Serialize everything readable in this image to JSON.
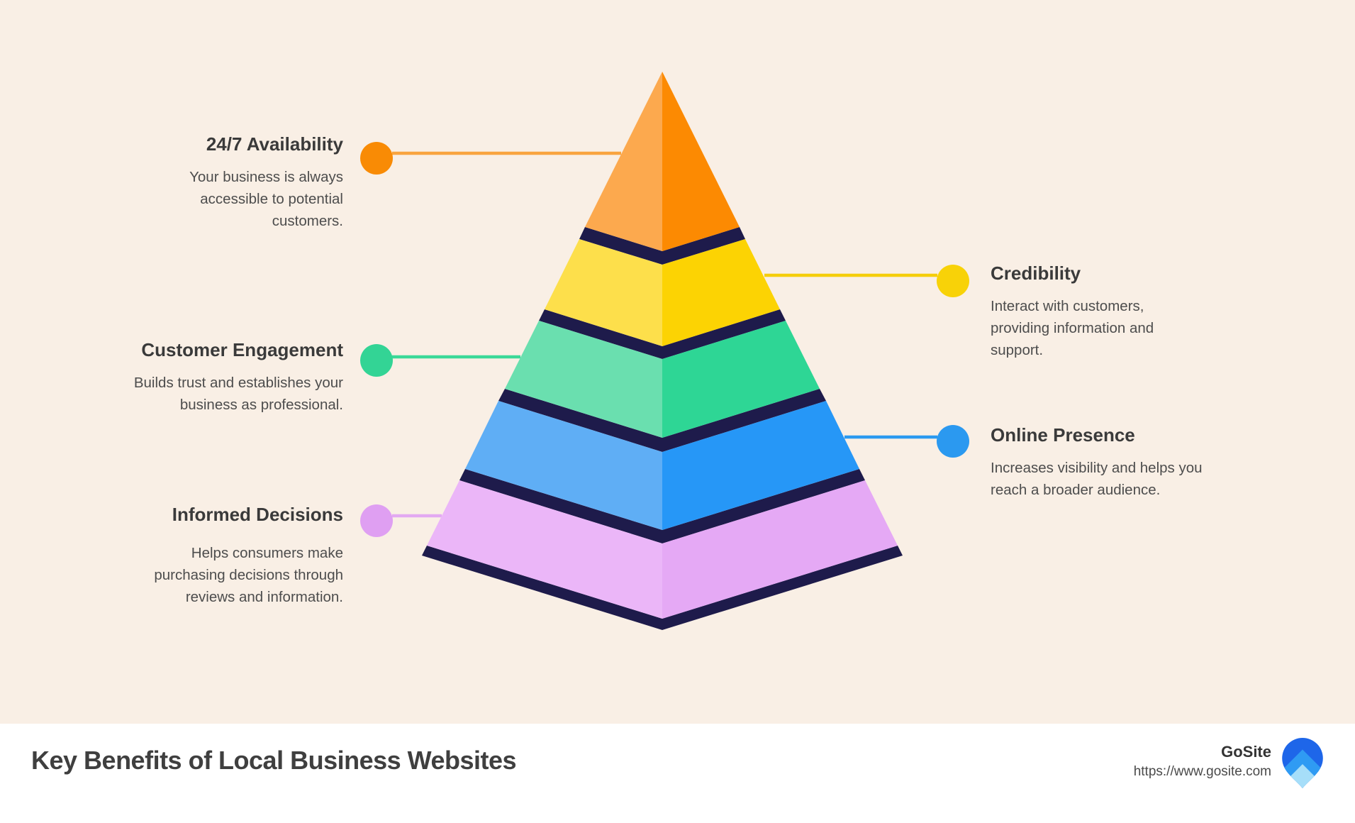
{
  "background": {
    "canvas_color": "#F9EFE5",
    "footer_color": "#FFFFFF"
  },
  "pyramid": {
    "outline_color": "#1E1B4B",
    "levels": [
      {
        "label": "24/7 Availability",
        "color_light": "#FCA94E",
        "color_dark": "#FC8A02"
      },
      {
        "label": "Credibility",
        "color_light": "#FDDF4B",
        "color_dark": "#FCD303"
      },
      {
        "label": "Customer Engagement",
        "color_light": "#6ADFAF",
        "color_dark": "#2ED695"
      },
      {
        "label": "Online Presence",
        "color_light": "#5FAEF5",
        "color_dark": "#2697F7"
      },
      {
        "label": "Informed Decisions",
        "color_light": "#EBB6F8",
        "color_dark": "#E5A9F5"
      }
    ]
  },
  "callouts": [
    {
      "side": "left",
      "title": "24/7 Availability",
      "description": "Your business is always\naccessible to potential\ncustomers.",
      "accent": "#F98B05",
      "line": "#F9A43F"
    },
    {
      "side": "right",
      "title": "Credibility",
      "description": "Interact with customers,\nproviding information and\nsupport.",
      "accent": "#F8D208",
      "line": "#F5CE0B"
    },
    {
      "side": "left",
      "title": "Customer Engagement",
      "description": "Builds trust and establishes your\nbusiness as professional.",
      "accent": "#33D495",
      "line": "#3BD998"
    },
    {
      "side": "right",
      "title": "Online Presence",
      "description": "Increases visibility and helps you\nreach a broader audience.",
      "accent": "#2B99F0",
      "line": "#2B99F0"
    },
    {
      "side": "left",
      "title": "Informed Decisions",
      "description": "Helps consumers make\npurchasing decisions through\nreviews and information.",
      "accent": "#DF9FF2",
      "line": "#E3A9F2"
    }
  ],
  "footer": {
    "title": "Key Benefits of Local Business Websites",
    "brand": "GoSite",
    "url": "https://www.gosite.com",
    "logo": {
      "top": "#1E66E9",
      "mid": "#2F9BF3",
      "light": "#A6DEF9"
    }
  }
}
